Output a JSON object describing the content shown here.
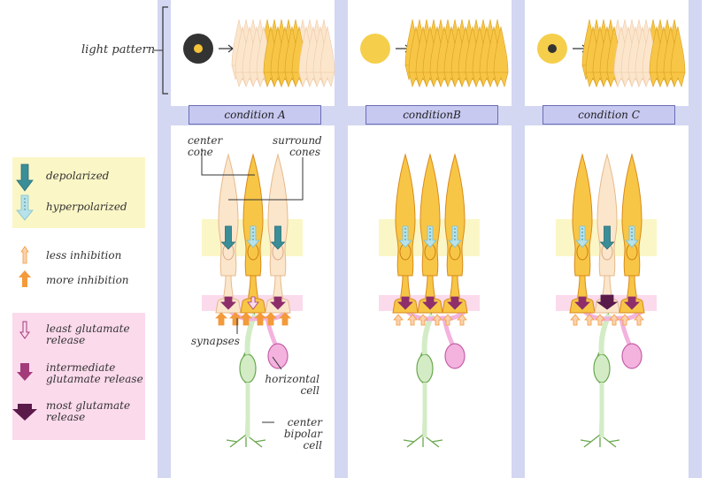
{
  "light_pattern_label": "light pattern",
  "conditions": [
    {
      "label": "condition A"
    },
    {
      "label": "conditionB"
    },
    {
      "label": "condition C"
    }
  ],
  "legend": {
    "depolarized": "depolarized",
    "hyperpolarized": "hyperpolarized",
    "less_inhibition": "less inhibition",
    "more_inhibition": "more inhibition",
    "least_glutamate": "least glutamate release",
    "intermediate_glutamate": "intermediate glutamate release",
    "most_glutamate": "most glutamate release"
  },
  "annotations": {
    "center_cone": "center cone",
    "surround_cones": "surround cones",
    "synapses": "synapses",
    "horizontal_cell": "horizontal cell",
    "center_bipolar_cell": "center bipolar cell"
  },
  "colors": {
    "frame": "#d3d7f2",
    "cone_active": "#f8c646",
    "cone_faded": "#fbe6cc",
    "depolarized_arrow": "#3a8e98",
    "hyperpolarized_arrow": "#b7e2ea",
    "synapse_arrow": "#8e2f6b",
    "inhibition_arrow": "#f39a3a",
    "bipolar": "#d3ecc6",
    "horizontal": "#f3b3de",
    "legend_yellow": "#fbf6c6",
    "legend_pink": "#fbdaec"
  }
}
